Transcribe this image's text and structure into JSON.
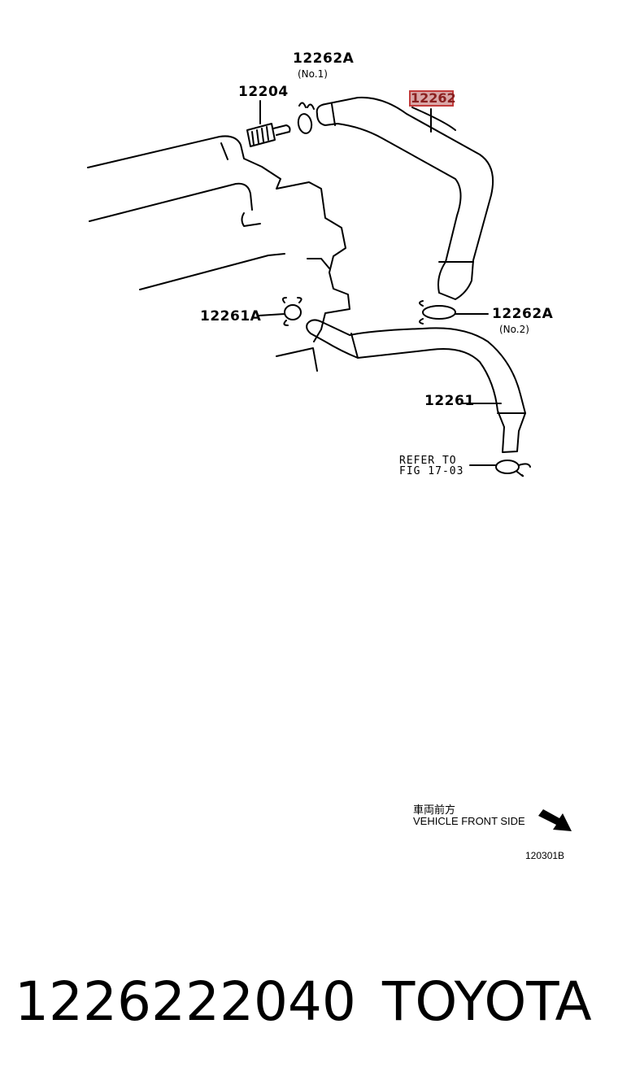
{
  "diagram": {
    "labels": {
      "part_12262A_top": "12262A",
      "part_12262A_top_sub": "(No.1)",
      "part_12204": "12204",
      "part_12262_highlight": "12262",
      "part_12261A": "12261A",
      "part_12262A_right": "12262A",
      "part_12262A_right_sub": "(No.2)",
      "part_12261": "12261",
      "refer_line1": "REFER TO",
      "refer_line2": "FIG 17-03"
    },
    "direction": {
      "jp": "車両前方",
      "en": "VEHICLE FRONT SIDE"
    },
    "figure_code": "120301B",
    "highlight_color": "#c23b3b"
  },
  "footer": {
    "part_number": "1226222040",
    "brand": "TOYOTA"
  }
}
